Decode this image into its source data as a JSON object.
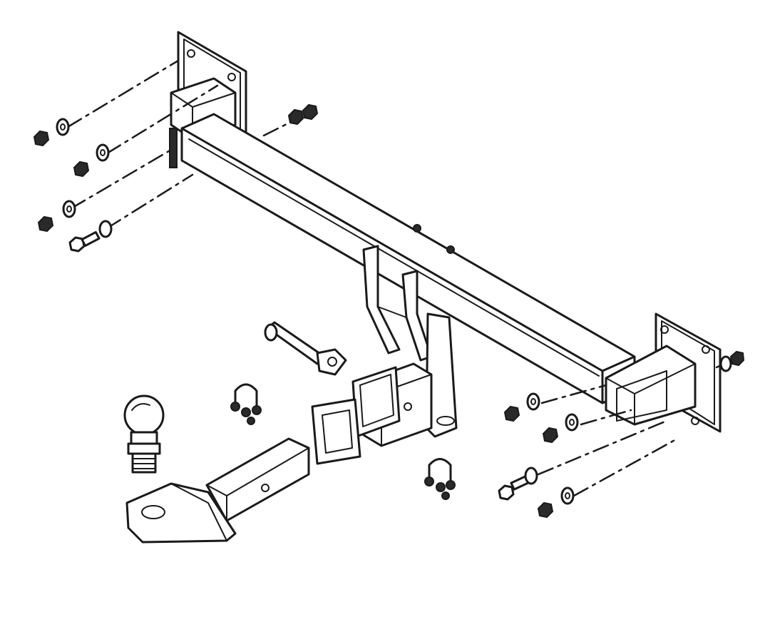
{
  "colors": {
    "line": "#1a1a1a",
    "background": "#ffffff"
  },
  "parts": [
    "towbar-crossbar",
    "left-mounting-plate",
    "right-mounting-plate",
    "receiver-hitch",
    "receiver-collar",
    "ball-mount-drawbar",
    "tow-ball",
    "hitch-pin",
    "shackles",
    "bolts-washers-nuts"
  ]
}
